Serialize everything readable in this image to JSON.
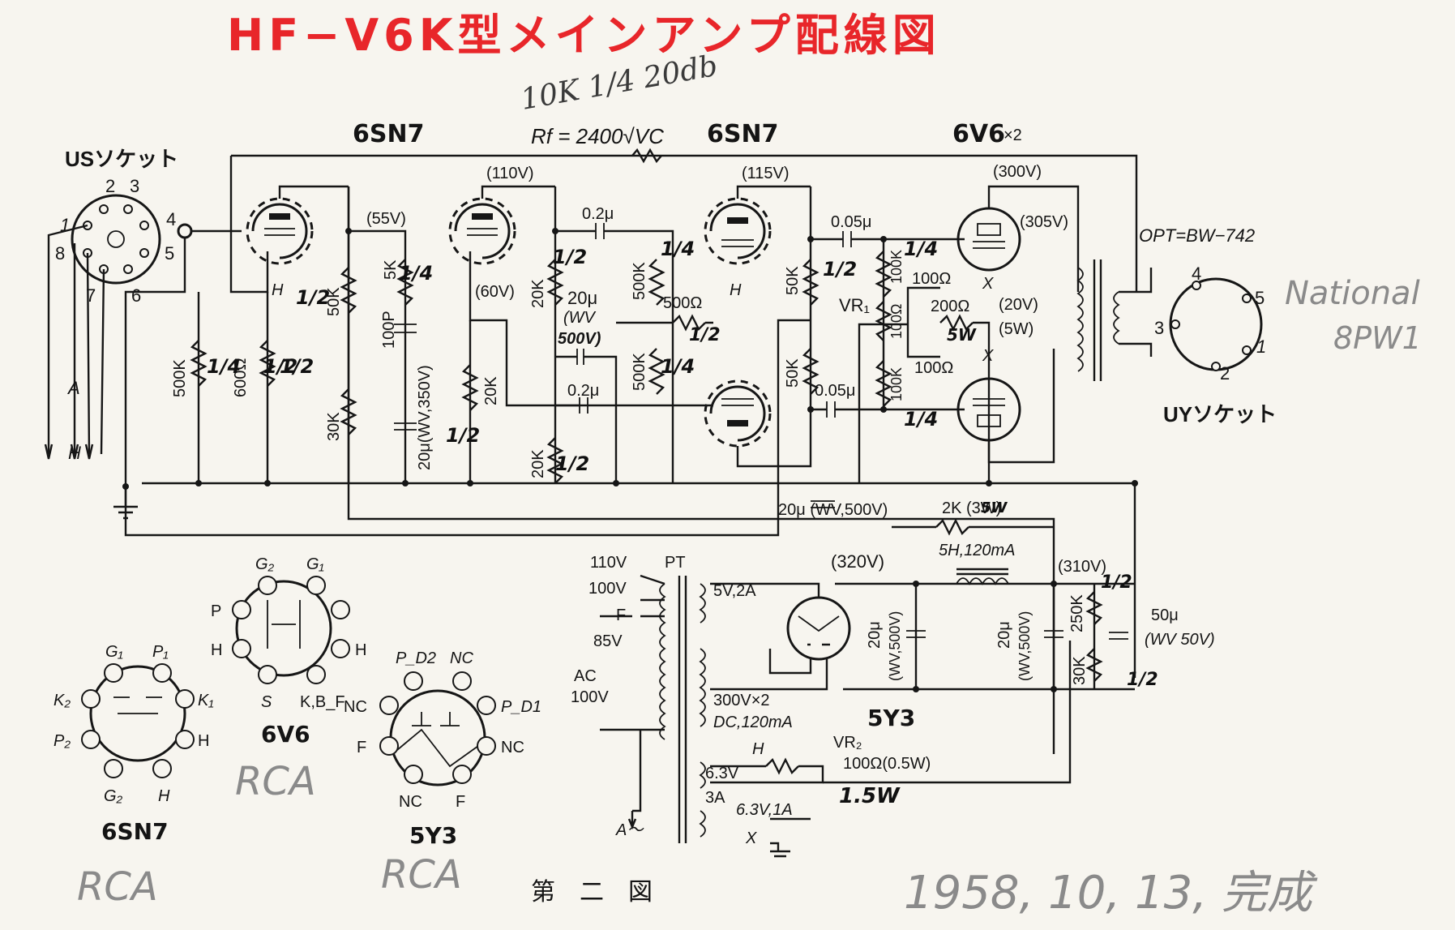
{
  "title": "HF−V6K型メインアンプ配線図",
  "figure_caption": "第　二　図",
  "tubes": {
    "v1": "6SN7",
    "v2": "6SN7",
    "v3": "6V6",
    "v3_suffix": "×2",
    "rect": "5Y3"
  },
  "sockets": {
    "us": "USソケット",
    "uy": "UYソケット",
    "us_pins": [
      "1",
      "2",
      "3",
      "4",
      "5",
      "6",
      "7",
      "8"
    ],
    "uy_pins": [
      "1",
      "2",
      "3",
      "4",
      "5"
    ],
    "lead_a": "A",
    "lead_h": "H"
  },
  "feedback": {
    "formula": "Rf = 2400√VC",
    "note": "10K 1/4 20db"
  },
  "voltages": {
    "v1_stage": "(55V)",
    "v2_plate": "(110V)",
    "v2_cathode": "(60V)",
    "pi_plate": "(115V)",
    "out_plate": "(300V)",
    "out_screen": "(305V)",
    "out_cathode": "(20V)",
    "out_watt": "(5W)",
    "rect_out": "(320V)",
    "ps_out": "(310V)"
  },
  "parts": {
    "r_500k_in": "500K",
    "r_600": "600Ω",
    "r_50k_a": "50K",
    "r_30k_a": "30K",
    "r_5k": "5K",
    "c_100p": "100P",
    "c_20u_a": "20μ(WV,350V)",
    "r_20k_a": "20K",
    "r_20k_b": "20K",
    "r_20k_c": "20K",
    "c_02_a": "0.2μ",
    "c_02_b": "0.2μ",
    "c_20u_b": "20μ",
    "c_20u_b2": "(WV",
    "c_20u_b3": "500V)",
    "r_500k_a": "500K",
    "r_500k_b": "500K",
    "r_500": "500Ω",
    "r_50k_b": "50K",
    "r_50k_c": "50K",
    "c_005_a": "0.05μ",
    "c_005_b": "0.05μ",
    "r_100k_a": "100K",
    "r_100k_b": "100K",
    "r_100k_c": "100Ω",
    "vr1": "VR₁",
    "r_100_a": "100Ω",
    "r_100_b": "100Ω",
    "r_200": "200Ω",
    "c_20u_main": "20μ (WV,500V)",
    "r_2k": "2K (3W)",
    "choke": "5H,120mA",
    "c_20u_ps1": "20μ",
    "c_20u_ps1b": "(WV,500V)",
    "c_20u_ps2": "20μ",
    "c_20u_ps2b": "(WV,500V)",
    "r_250k": "250K",
    "r_30k_b": "30K",
    "c_50u": "50μ",
    "c_50u_b": "(WV 50V)",
    "opt": "OPT=BW−742",
    "vr2": "VR₂",
    "vr2_val": "100Ω(0.5W)"
  },
  "power": {
    "pt": "PT",
    "tap_110": "110V",
    "tap_100": "100V",
    "tap_f": "F",
    "tap_85": "85V",
    "ac": "AC",
    "ac_v": "100V",
    "sec_5v": "5V,2A",
    "sec_hv": "300V×2",
    "sec_hv_i": "DC,120mA",
    "sec_63": "6.3V",
    "sec_3a": "3A",
    "sec_63b": "6.3V,1A",
    "h": "H",
    "x": "X",
    "a_out": "A～"
  },
  "pinouts": {
    "v6": {
      "name": "6V6",
      "pins": [
        "G₂",
        "G₁",
        "P",
        "H",
        "H",
        "S",
        "K,B_F"
      ]
    },
    "sn7": {
      "name": "6SN7",
      "pins": [
        "G₁",
        "P₁",
        "K₂",
        "K₁",
        "P₂",
        "H",
        "G₂",
        "H"
      ]
    },
    "y3": {
      "name": "5Y3",
      "pins": [
        "P_D2",
        "NC",
        "NC",
        "P_D1",
        "F",
        "NC",
        "NC",
        "F"
      ]
    }
  },
  "handwritten": {
    "date": "1958, 10, 13, 完成",
    "rca1": "RCA",
    "rca2": "RCA",
    "rca3": "RCA",
    "national": "National",
    "spw": "8PW1",
    "w1": "1/2",
    "w2": "1/4",
    "w3": "1/2",
    "w4": "1/2",
    "w5": "1/4",
    "w6": "1/2",
    "w7": "1/4",
    "w8": "1/2",
    "w9": "1/4",
    "w10": "1/2",
    "w11": "1/4",
    "w12": "1/2",
    "w13": "1/4",
    "w14": "5W",
    "w15": "1.5W",
    "w16": "1/2",
    "w17": "1/2",
    "w18": "1/2",
    "w19": "5W"
  },
  "colors": {
    "title": "#e8262a",
    "ink": "#161616",
    "paper": "#f7f5ef"
  }
}
